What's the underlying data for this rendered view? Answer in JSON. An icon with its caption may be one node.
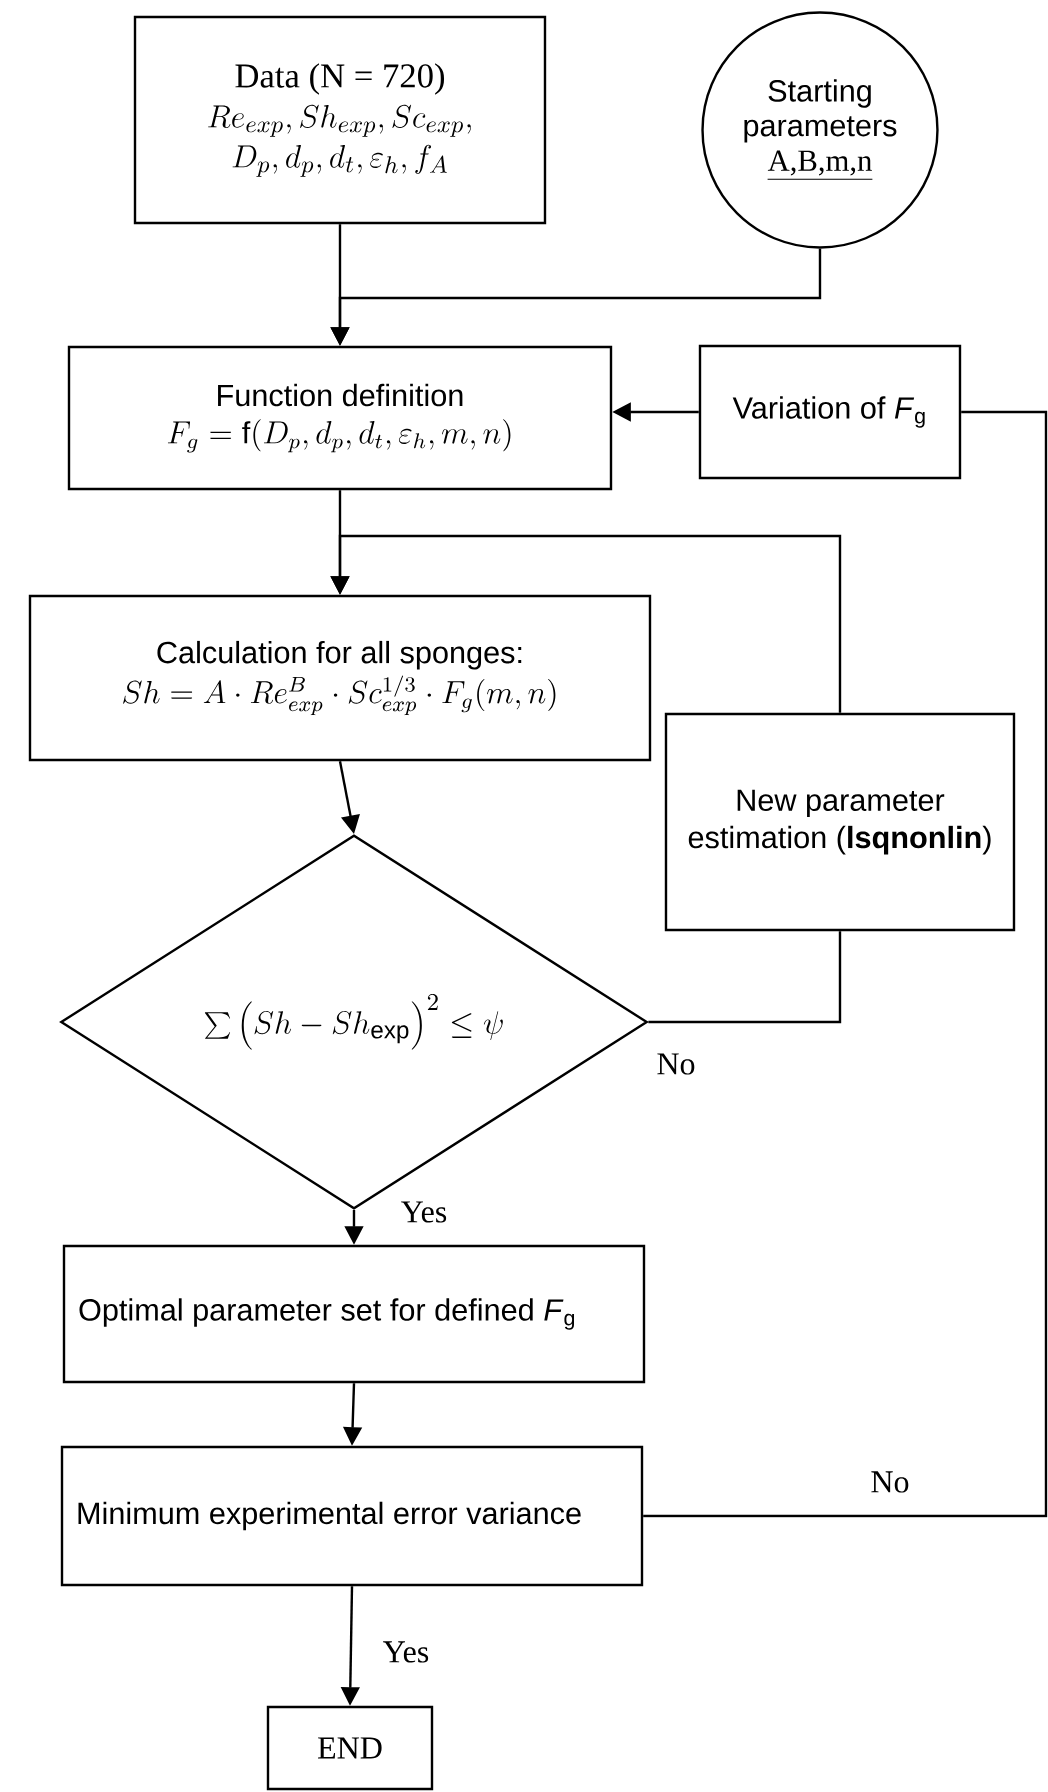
{
  "diagram": {
    "nodes": [
      {
        "text": [
          "Data (N = 720)",
          "Re_{exp}, Sh_{exp}, Sc_{exp},\\allowbreak\\ D_p, d_p, d_t, \\varepsilon_h, f_A"
        ]
      },
      {
        "text": [
          "Starting parameters",
          "A,B,m,n"
        ]
      },
      {
        "text": [
          "Function definition",
          "F_g = \\mathrm{f}(D_p, d_p, d_t, \\varepsilon_h, m, n)"
        ]
      },
      {
        "text": [
          "Variation of *F*$_{g}$"
        ]
      },
      {
        "text": [
          "Calculation for all sponges:",
          "Sh = A \\cdot Re_{exp}^{B} \\cdot Sc_{exp}^{1/3} \\cdot F_g(m,n)"
        ]
      },
      {
        "text": [
          "New parameter estimation (**lsqnonlin**)"
        ]
      },
      {
        "text": [
          "\\sum \\left(Sh - Sh_{\\mathrm{exp}}\\right)^2 \\le \\psi"
        ]
      },
      {
        "text": [
          "Optimal parameter set for defined *F*$_{g}$"
        ]
      },
      {
        "text": [
          "Minimum experimental error variance"
        ]
      },
      {
        "text": [
          "END"
        ]
      }
    ],
    "edges": [
      {
        "from": 0,
        "to": 2,
        "arrow": "to"
      },
      {
        "from": 1,
        "to": 2,
        "arrow": "to"
      },
      {
        "from": 3,
        "to": 2,
        "arrow": "to"
      },
      {
        "from": 2,
        "to": 4,
        "arrow": "to"
      },
      {
        "from": 5,
        "to": 4,
        "arrow": "to"
      },
      {
        "from": 4,
        "to": 6,
        "arrow": "to"
      },
      {
        "from": 6,
        "to": 5,
        "arrow": "none",
        "label": "No"
      },
      {
        "from": 6,
        "to": 7,
        "arrow": "to",
        "label": "Yes"
      },
      {
        "from": 7,
        "to": 8,
        "arrow": "to"
      },
      {
        "from": 8,
        "to": 3,
        "arrow": "none",
        "label": "No"
      },
      {
        "from": 8,
        "to": 9,
        "arrow": "to",
        "label": "Yes"
      }
    ]
  }
}
